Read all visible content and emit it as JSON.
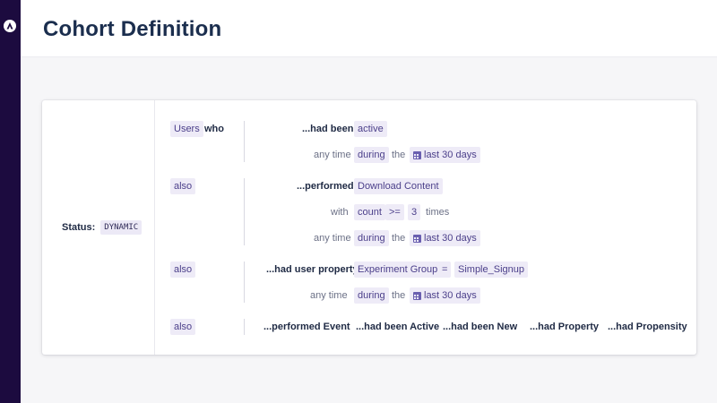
{
  "page": {
    "title": "Cohort Definition"
  },
  "status": {
    "label": "Status:",
    "value": "DYNAMIC"
  },
  "clause1": {
    "subject": "Users",
    "who": "who",
    "verb": "...had been",
    "value": "active",
    "time_prefix": "any time",
    "time_op": "during",
    "time_the": "the",
    "time_range": "last 30 days"
  },
  "clause2": {
    "connector": "also",
    "verb": "...performed",
    "event": "Download Content",
    "with": "with",
    "metric": "count",
    "op": ">=",
    "count": "3",
    "unit": "times",
    "time_prefix": "any time",
    "time_op": "during",
    "time_the": "the",
    "time_range": "last 30 days"
  },
  "clause3": {
    "connector": "also",
    "verb": "...had user property",
    "property": "Experiment Group",
    "op": "=",
    "value": "Simple_Signup",
    "time_prefix": "any time",
    "time_op": "during",
    "time_the": "the",
    "time_range": "last 30 days"
  },
  "clause4": {
    "connector": "also",
    "options": [
      "...performed Event",
      "...had been Active",
      "...had been New",
      "...had Property",
      "...had Propensity"
    ]
  }
}
